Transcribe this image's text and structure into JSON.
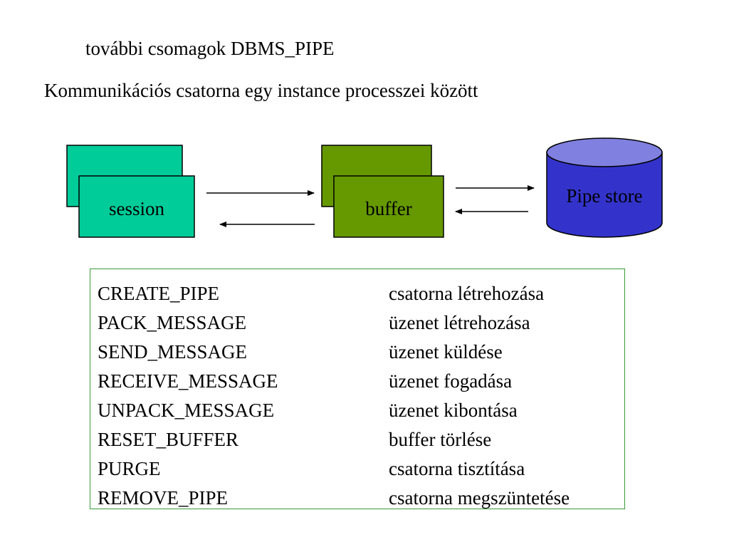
{
  "title": "további csomagok DBMS_PIPE",
  "subtitle": "Kommunikációs csatorna egy instance processzei között",
  "diagram": {
    "session_label": "session",
    "buffer_label": "buffer",
    "pipe_store_label": "Pipe store",
    "colors": {
      "session_fill": "#00cc99",
      "buffer_fill": "#669900",
      "pipe_store_fill": "#3333cc",
      "pipe_store_top": "#8080e0"
    }
  },
  "functions": [
    {
      "name": "CREATE_PIPE",
      "description": "csatorna létrehozása"
    },
    {
      "name": "PACK_MESSAGE",
      "description": "üzenet létrehozása"
    },
    {
      "name": "SEND_MESSAGE",
      "description": "üzenet küldése"
    },
    {
      "name": "RECEIVE_MESSAGE",
      "description": "üzenet fogadása"
    },
    {
      "name": "UNPACK_MESSAGE",
      "description": "üzenet kibontása"
    },
    {
      "name": "RESET_BUFFER",
      "description": "buffer törlése"
    },
    {
      "name": "PURGE",
      "description": "csatorna tisztítása"
    },
    {
      "name": "REMOVE_PIPE",
      "description": "csatorna megszüntetése"
    }
  ]
}
